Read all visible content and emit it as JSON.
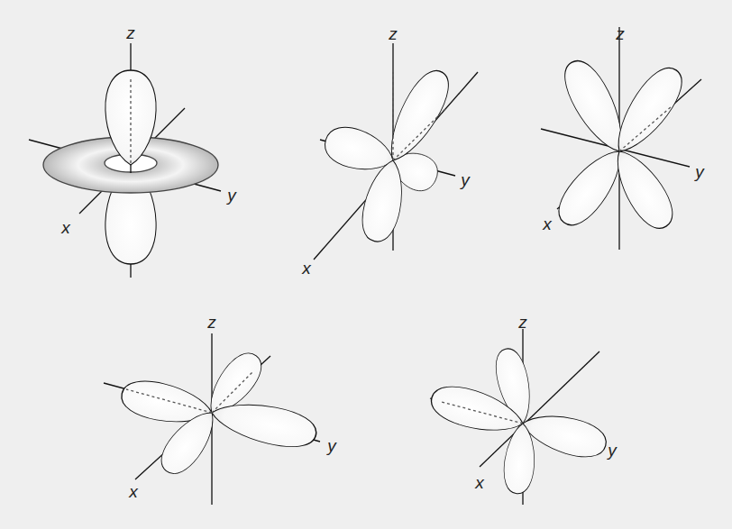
{
  "diagram": {
    "labels": [
      "z",
      "y",
      "x",
      "z",
      "y",
      "x",
      "z",
      "y",
      "x",
      "z",
      "y",
      "x",
      "z",
      "y",
      "x"
    ]
  }
}
